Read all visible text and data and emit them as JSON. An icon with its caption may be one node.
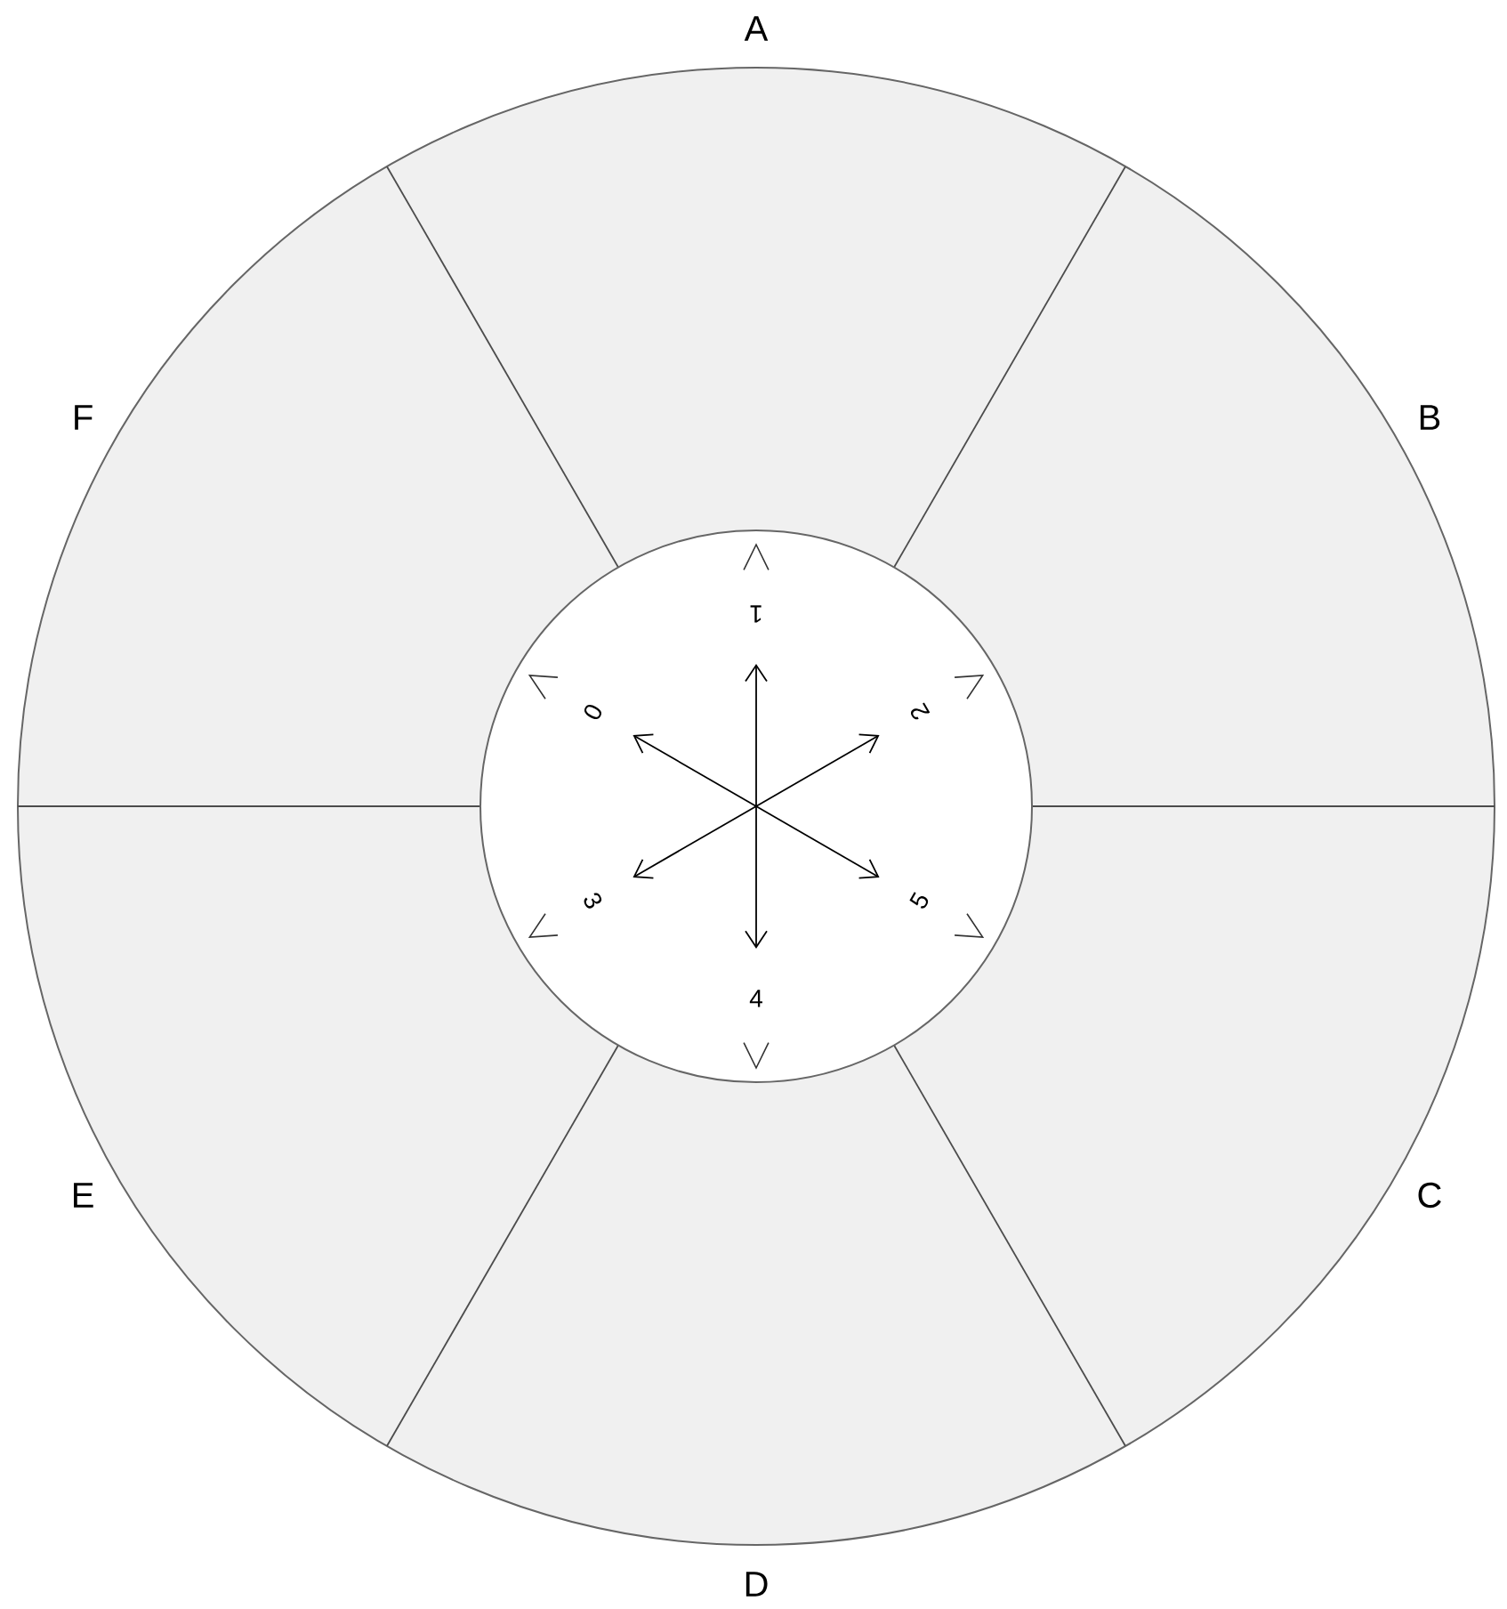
{
  "diagram": {
    "labels": [
      "A",
      "F",
      "B",
      "1",
      "0",
      "2",
      "3",
      "5",
      "4",
      "E",
      "C",
      "D"
    ]
  }
}
